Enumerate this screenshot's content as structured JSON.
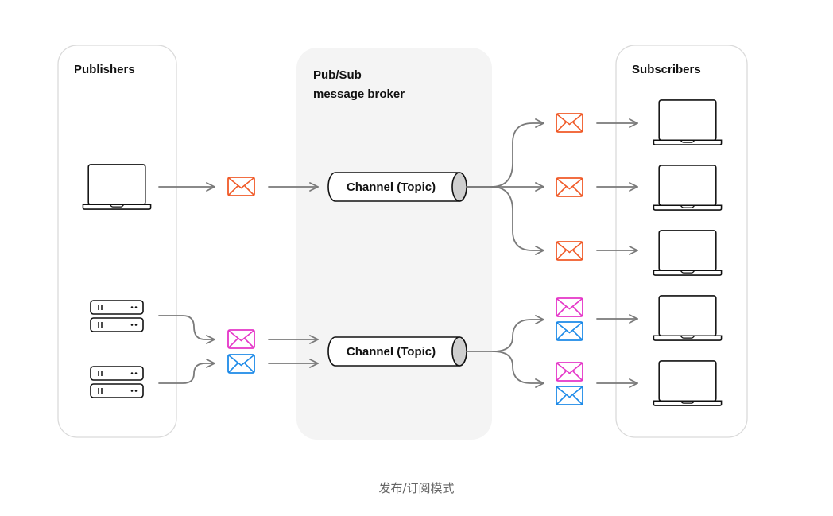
{
  "publishers": {
    "title": "Publishers"
  },
  "broker": {
    "title_line1": "Pub/Sub",
    "title_line2": "message broker"
  },
  "subscribers": {
    "title": "Subscribers"
  },
  "channels": [
    {
      "label": "Channel (Topic)"
    },
    {
      "label": "Channel (Topic)"
    }
  ],
  "caption": "发布/订阅模式",
  "colors": {
    "orange": "#f05a28",
    "magenta": "#e535c8",
    "blue": "#1d8ae8",
    "line": "#7a7a7a",
    "panel": "#f4f4f4"
  }
}
